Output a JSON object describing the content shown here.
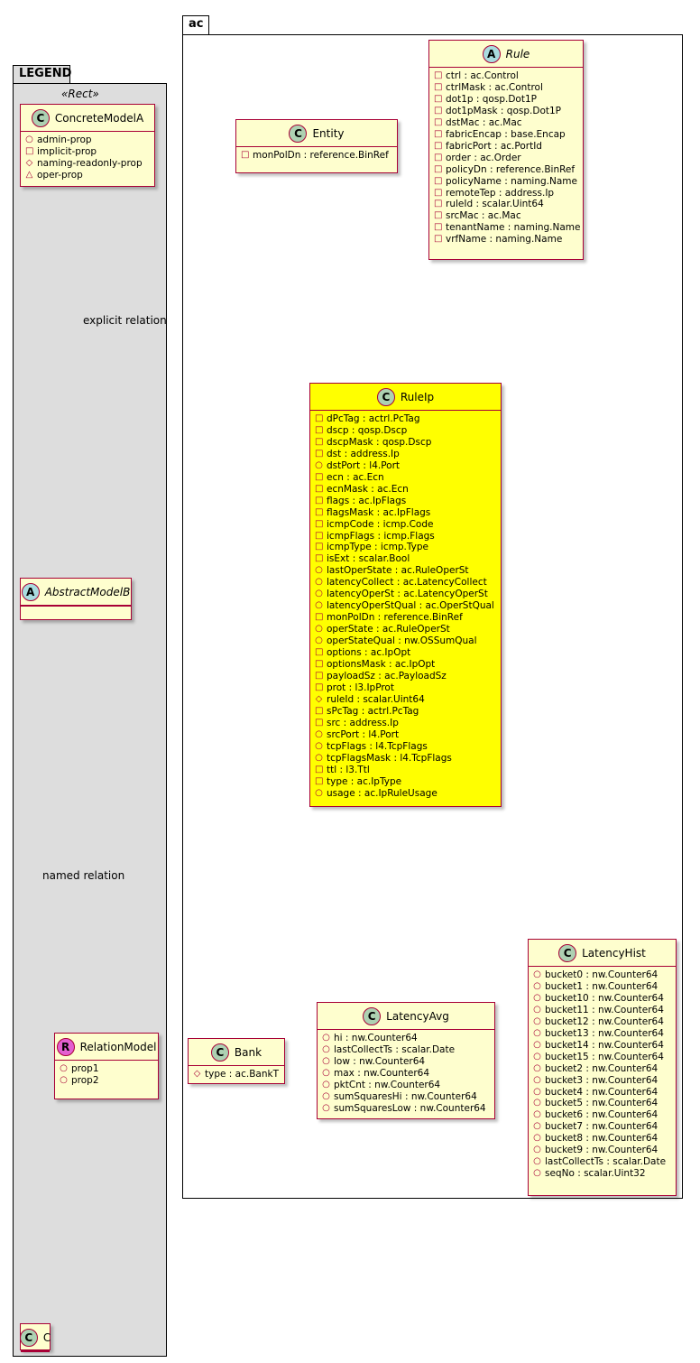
{
  "legend": {
    "title": "LEGEND",
    "stereotype": "«Rect»",
    "concrete": {
      "name": "ConcreteModelA",
      "attrs": [
        {
          "vis": "public",
          "text": "admin-prop"
        },
        {
          "vis": "private",
          "text": "implicit-prop"
        },
        {
          "vis": "protected",
          "text": "naming-readonly-prop"
        },
        {
          "vis": "package",
          "text": "oper-prop"
        }
      ]
    },
    "abstract": {
      "name": "AbstractModelB"
    },
    "relation": {
      "name": "RelationModel",
      "attrs": [
        {
          "vis": "public",
          "text": "prop1"
        },
        {
          "vis": "public",
          "text": "prop2"
        }
      ]
    },
    "c_class": {
      "name": "C"
    },
    "explicit_label": "explicit relation",
    "named_label": "named relation"
  },
  "package": {
    "title": "ac",
    "rule": {
      "name": "Rule",
      "attrs": [
        {
          "vis": "private",
          "text": "ctrl : ac.Control"
        },
        {
          "vis": "private",
          "text": "ctrlMask : ac.Control"
        },
        {
          "vis": "private",
          "text": "dot1p : qosp.Dot1P"
        },
        {
          "vis": "private",
          "text": "dot1pMask : qosp.Dot1P"
        },
        {
          "vis": "private",
          "text": "dstMac : ac.Mac"
        },
        {
          "vis": "private",
          "text": "fabricEncap : base.Encap"
        },
        {
          "vis": "private",
          "text": "fabricPort : ac.PortId"
        },
        {
          "vis": "private",
          "text": "order : ac.Order"
        },
        {
          "vis": "private",
          "text": "policyDn : reference.BinRef"
        },
        {
          "vis": "private",
          "text": "policyName : naming.Name"
        },
        {
          "vis": "private",
          "text": "remoteTep : address.Ip"
        },
        {
          "vis": "private",
          "text": "ruleId : scalar.Uint64"
        },
        {
          "vis": "private",
          "text": "srcMac : ac.Mac"
        },
        {
          "vis": "private",
          "text": "tenantName : naming.Name"
        },
        {
          "vis": "private",
          "text": "vrfName : naming.Name"
        }
      ]
    },
    "entity": {
      "name": "Entity",
      "attrs": [
        {
          "vis": "private",
          "text": "monPolDn : reference.BinRef"
        }
      ]
    },
    "ruleip": {
      "name": "RuleIp",
      "attrs": [
        {
          "vis": "private",
          "text": "dPcTag : actrl.PcTag"
        },
        {
          "vis": "private",
          "text": "dscp : qosp.Dscp"
        },
        {
          "vis": "private",
          "text": "dscpMask : qosp.Dscp"
        },
        {
          "vis": "private",
          "text": "dst : address.Ip"
        },
        {
          "vis": "public",
          "text": "dstPort : l4.Port"
        },
        {
          "vis": "private",
          "text": "ecn : ac.Ecn"
        },
        {
          "vis": "private",
          "text": "ecnMask : ac.Ecn"
        },
        {
          "vis": "private",
          "text": "flags : ac.IpFlags"
        },
        {
          "vis": "private",
          "text": "flagsMask : ac.IpFlags"
        },
        {
          "vis": "private",
          "text": "icmpCode : icmp.Code"
        },
        {
          "vis": "private",
          "text": "icmpFlags : icmp.Flags"
        },
        {
          "vis": "private",
          "text": "icmpType : icmp.Type"
        },
        {
          "vis": "private",
          "text": "isExt : scalar.Bool"
        },
        {
          "vis": "public",
          "text": "lastOperState : ac.RuleOperSt"
        },
        {
          "vis": "public",
          "text": "latencyCollect : ac.LatencyCollect"
        },
        {
          "vis": "public",
          "text": "latencyOperSt : ac.LatencyOperSt"
        },
        {
          "vis": "public",
          "text": "latencyOperStQual : ac.OperStQual"
        },
        {
          "vis": "private",
          "text": "monPolDn : reference.BinRef"
        },
        {
          "vis": "public",
          "text": "operState : ac.RuleOperSt"
        },
        {
          "vis": "public",
          "text": "operStateQual : nw.OSSumQual"
        },
        {
          "vis": "private",
          "text": "options : ac.IpOpt"
        },
        {
          "vis": "private",
          "text": "optionsMask : ac.IpOpt"
        },
        {
          "vis": "private",
          "text": "payloadSz : ac.PayloadSz"
        },
        {
          "vis": "private",
          "text": "prot : l3.IpProt"
        },
        {
          "vis": "protected",
          "text": "ruleId : scalar.Uint64"
        },
        {
          "vis": "private",
          "text": "sPcTag : actrl.PcTag"
        },
        {
          "vis": "private",
          "text": "src : address.Ip"
        },
        {
          "vis": "public",
          "text": "srcPort : l4.Port"
        },
        {
          "vis": "public",
          "text": "tcpFlags : l4.TcpFlags"
        },
        {
          "vis": "public",
          "text": "tcpFlagsMask : l4.TcpFlags"
        },
        {
          "vis": "private",
          "text": "ttl : l3.Ttl"
        },
        {
          "vis": "private",
          "text": "type : ac.IpType"
        },
        {
          "vis": "public",
          "text": "usage : ac.IpRuleUsage"
        }
      ]
    },
    "bank": {
      "name": "Bank",
      "attrs": [
        {
          "vis": "protected",
          "text": "type : ac.BankT"
        }
      ]
    },
    "latencyavg": {
      "name": "LatencyAvg",
      "attrs": [
        {
          "vis": "public",
          "text": "hi : nw.Counter64"
        },
        {
          "vis": "public",
          "text": "lastCollectTs : scalar.Date"
        },
        {
          "vis": "public",
          "text": "low : nw.Counter64"
        },
        {
          "vis": "public",
          "text": "max : nw.Counter64"
        },
        {
          "vis": "public",
          "text": "pktCnt : nw.Counter64"
        },
        {
          "vis": "public",
          "text": "sumSquaresHi : nw.Counter64"
        },
        {
          "vis": "public",
          "text": "sumSquaresLow : nw.Counter64"
        }
      ]
    },
    "latencyhist": {
      "name": "LatencyHist",
      "attrs": [
        {
          "vis": "public",
          "text": "bucket0 : nw.Counter64"
        },
        {
          "vis": "public",
          "text": "bucket1 : nw.Counter64"
        },
        {
          "vis": "public",
          "text": "bucket10 : nw.Counter64"
        },
        {
          "vis": "public",
          "text": "bucket11 : nw.Counter64"
        },
        {
          "vis": "public",
          "text": "bucket12 : nw.Counter64"
        },
        {
          "vis": "public",
          "text": "bucket13 : nw.Counter64"
        },
        {
          "vis": "public",
          "text": "bucket14 : nw.Counter64"
        },
        {
          "vis": "public",
          "text": "bucket15 : nw.Counter64"
        },
        {
          "vis": "public",
          "text": "bucket2 : nw.Counter64"
        },
        {
          "vis": "public",
          "text": "bucket3 : nw.Counter64"
        },
        {
          "vis": "public",
          "text": "bucket4 : nw.Counter64"
        },
        {
          "vis": "public",
          "text": "bucket5 : nw.Counter64"
        },
        {
          "vis": "public",
          "text": "bucket6 : nw.Counter64"
        },
        {
          "vis": "public",
          "text": "bucket7 : nw.Counter64"
        },
        {
          "vis": "public",
          "text": "bucket8 : nw.Counter64"
        },
        {
          "vis": "public",
          "text": "bucket9 : nw.Counter64"
        },
        {
          "vis": "public",
          "text": "lastCollectTs : scalar.Date"
        },
        {
          "vis": "public",
          "text": "seqNo : scalar.Uint32"
        }
      ]
    }
  },
  "colors": {
    "class_fill": "#fefece",
    "highlight_fill": "#ffff00",
    "border": "#a80036",
    "legend_bg": "#dddddd"
  }
}
